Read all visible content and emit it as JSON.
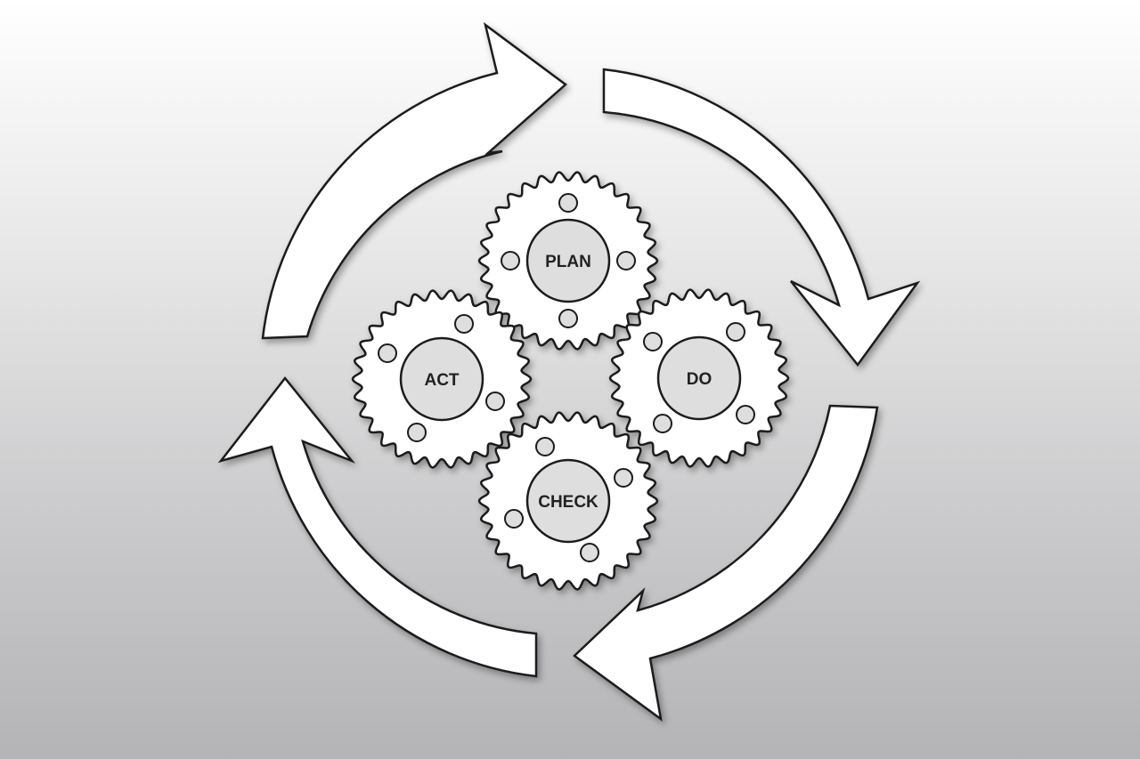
{
  "diagram": {
    "gears": [
      {
        "id": "plan",
        "label": "PLAN"
      },
      {
        "id": "do",
        "label": "DO"
      },
      {
        "id": "check",
        "label": "CHECK"
      },
      {
        "id": "act",
        "label": "ACT"
      }
    ],
    "cycle_order": [
      "PLAN",
      "DO",
      "CHECK",
      "ACT"
    ],
    "colors": {
      "stroke": "#1a1a1a",
      "fill": "#ffffff",
      "hub_fill": "#dedede",
      "background_top": "#ffffff",
      "background_bottom": "#b4b4b6"
    }
  }
}
